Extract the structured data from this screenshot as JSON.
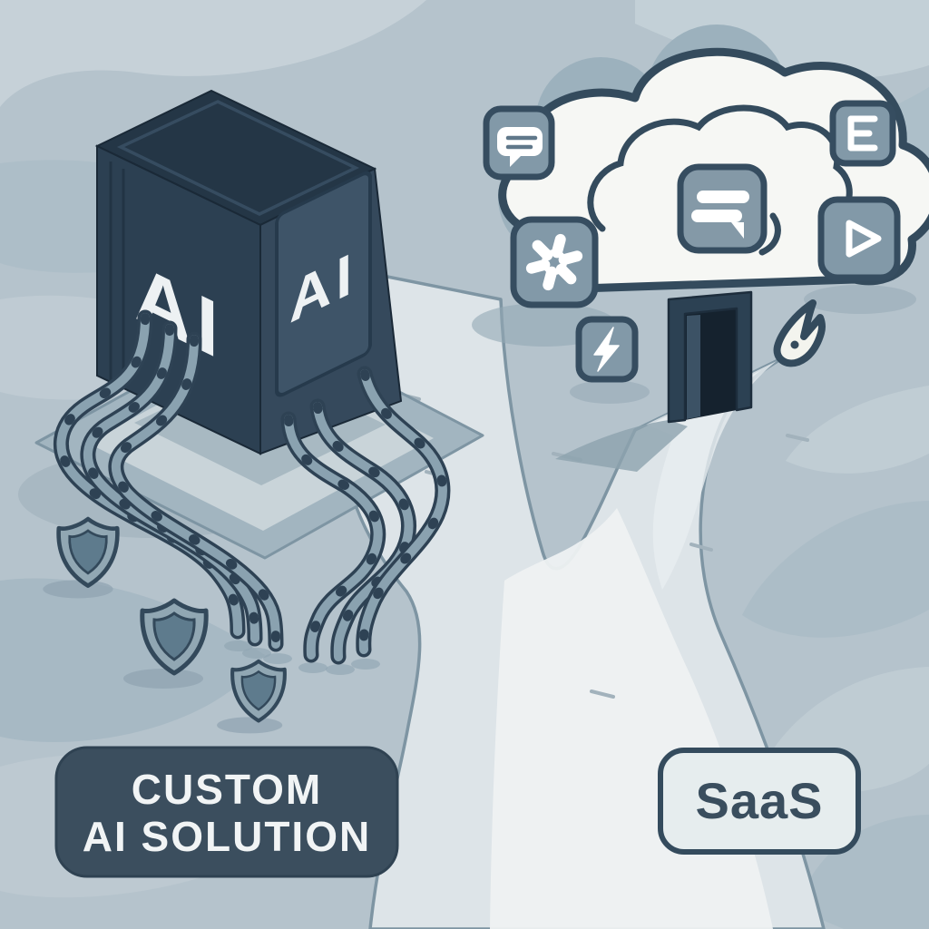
{
  "illustration": {
    "theme_colors": {
      "background": "#b5c3cc",
      "ink_navy": "#344b5d",
      "slate_icon": "#8299a8",
      "cloud_white": "#f6f7f4",
      "road_light": "#eef1f2",
      "road_mid": "#dde4e8",
      "chip_dark": "#2c4052",
      "sign_dark_fill": "#3b4e5e",
      "sign_light_fill": "#e6edee",
      "shield_fill": "#91a7b3",
      "shield_inner": "#5e7b8d"
    },
    "ai_chip": {
      "left_face_label": "AI",
      "right_face_label": "AI",
      "cables_count": 6,
      "shields_count": 3
    },
    "cloud": {
      "icons": [
        {
          "name": "chat-bubble-icon",
          "glyph": "speech bubble with two text lines"
        },
        {
          "name": "openai-logo-icon",
          "glyph": "OpenAI knot mark"
        },
        {
          "name": "chat-lines-icon",
          "glyph": "rounded message bars with tail"
        },
        {
          "name": "menu-lines-icon",
          "glyph": "three joined text lines"
        },
        {
          "name": "play-icon",
          "glyph": "outlined play triangle"
        },
        {
          "name": "lightning-icon",
          "glyph": "lightning bolt"
        }
      ],
      "door": "open doorway",
      "doodle": "hand-drawn spark doodle"
    },
    "signs": {
      "custom": {
        "line1": "CUSTOM",
        "line2": "AI SOLUTION"
      },
      "saas": {
        "label": "SaaS"
      }
    }
  }
}
